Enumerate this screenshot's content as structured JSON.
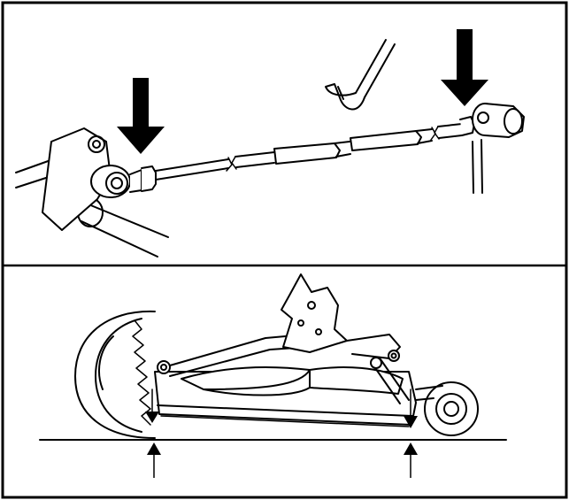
{
  "figure": {
    "frame_color": "#000000",
    "background": "#ffffff",
    "panels": [
      {
        "id": "top",
        "content": "tie-rod-adjustment",
        "icons": [
          "down-arrow-icon",
          "down-arrow-icon",
          "open-end-wrench-icon"
        ]
      },
      {
        "id": "bottom",
        "content": "mower-deck-side-view",
        "icons": [
          "down-arrow-icon",
          "down-arrow-icon",
          "up-arrow-icon",
          "up-arrow-icon"
        ]
      }
    ]
  }
}
